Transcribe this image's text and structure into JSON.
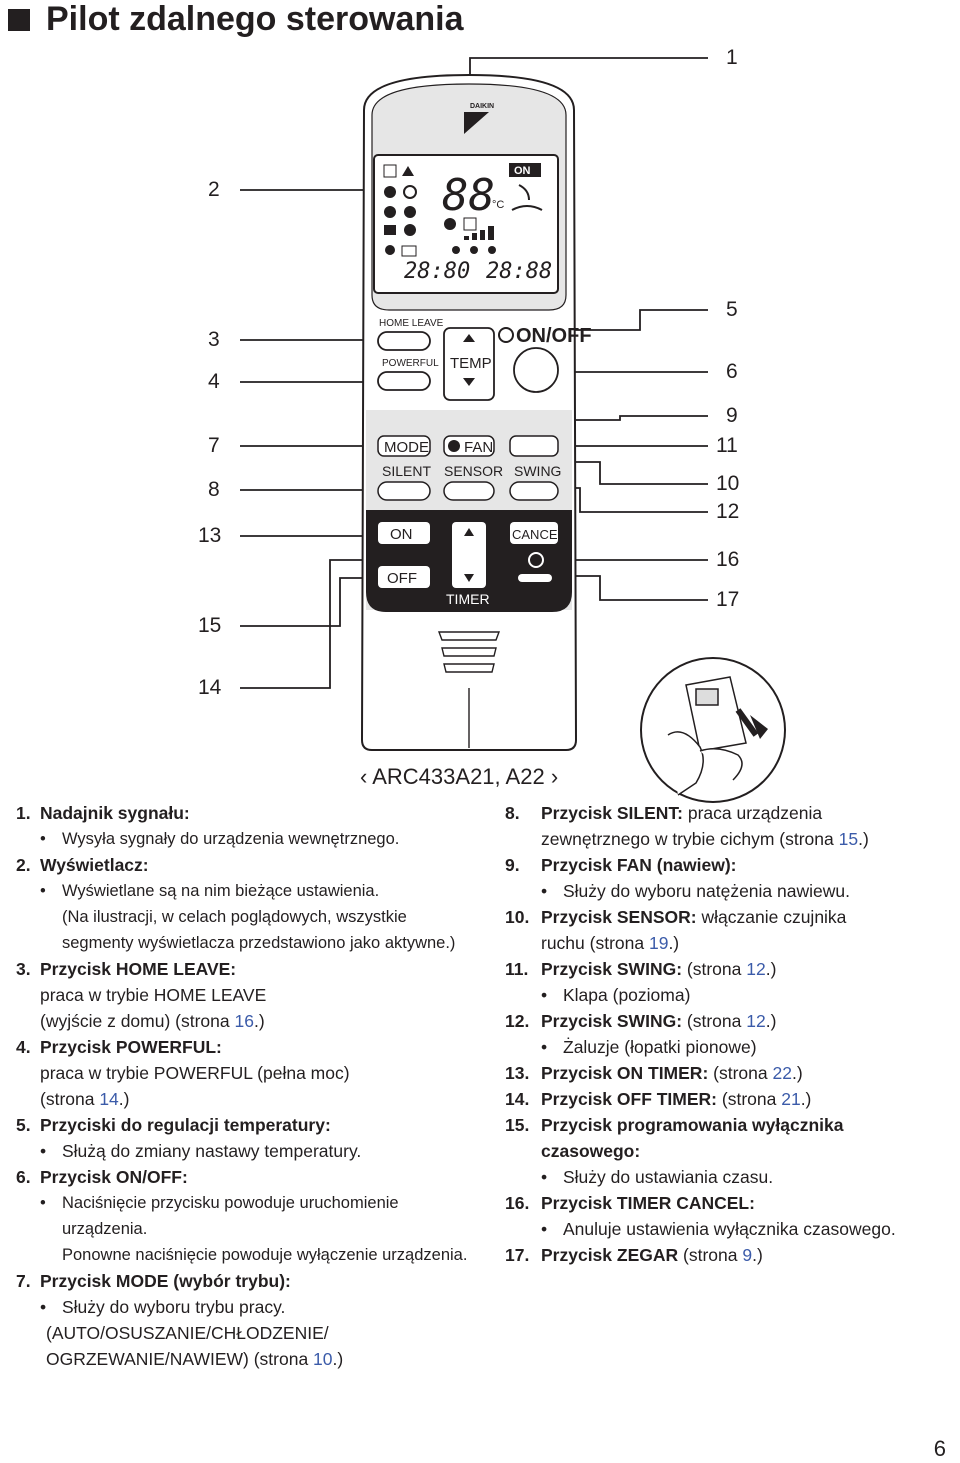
{
  "title": "Pilot zdalnego sterowania",
  "callouts": {
    "left": [
      "2",
      "3",
      "4",
      "7",
      "8",
      "13",
      "15",
      "14"
    ],
    "right": [
      "1",
      "5",
      "6",
      "9",
      "11",
      "10",
      "12",
      "16",
      "17"
    ]
  },
  "remote": {
    "brand": "DAIKIN",
    "lcd_on": "ON",
    "lcd_temp": "88",
    "lcd_unit": "°C",
    "lcd_time_left": "28:80",
    "lcd_time_right": "28:88",
    "home_leave": "HOME LEAVE",
    "powerful": "POWERFUL",
    "temp": "TEMP",
    "on_off": "ON/OFF",
    "mode": "MODE",
    "fan": "FAN",
    "silent": "SILENT",
    "sensor": "SENSOR",
    "swing": "SWING",
    "on": "ON",
    "off": "OFF",
    "cancel": "CANCEL",
    "timer": "TIMER"
  },
  "model": "ARC433A21, A22",
  "left_items": [
    {
      "num": "1.",
      "head": "Nadajnik sygnału:",
      "bullets": [
        "Wysyła sygnały do urządzenia wewnętrznego."
      ]
    },
    {
      "num": "2.",
      "head": "Wyświetlacz:",
      "bullets": [
        "Wyświetlane są na nim bieżące ustawienia."
      ],
      "cont": [
        "(Na ilustracji, w celach poglądowych, wszystkie",
        "segmenty wyświetlacza przedstawiono jako aktywne.)"
      ]
    },
    {
      "num": "3.",
      "head": "Przycisk HOME LEAVE:",
      "body": [
        "praca w trybie HOME LEAVE",
        "(wyjście z domu) (strona "
      ],
      "ref": "16",
      "tail": ".)"
    },
    {
      "num": "4.",
      "head": "Przycisk POWERFUL:",
      "body": [
        "praca w trybie POWERFUL (pełna moc)",
        "(strona "
      ],
      "ref": "14",
      "tail": ".)"
    },
    {
      "num": "5.",
      "head": "Przyciski do regulacji temperatury:",
      "bullets": [
        "Służą do zmiany nastawy temperatury."
      ]
    },
    {
      "num": "6.",
      "head": "Przycisk ON/OFF:",
      "bullets": [
        "Naciśnięcie przycisku powoduje uruchomienie urządzenia."
      ],
      "cont": [
        "Ponowne naciśnięcie powoduje wyłączenie urządzenia."
      ]
    },
    {
      "num": "7.",
      "head": "Przycisk MODE (wybór trybu):",
      "bullets": [
        "Służy do wyboru trybu pracy."
      ],
      "cont2": [
        "(AUTO/OSUSZANIE/CHŁODZENIE/",
        "OGRZEWANIE/NAWIEW) (strona "
      ],
      "ref": "10",
      "tail": ".)"
    }
  ],
  "right_items": [
    {
      "num": "8.",
      "head": "Przycisk SILENT:",
      "rest": " praca urządzenia",
      "body": [
        "zewnętrznego w trybie cichym (strona "
      ],
      "ref": "15",
      "tail": ".)"
    },
    {
      "num": "9.",
      "head": "Przycisk FAN (nawiew):",
      "bullets": [
        "Służy do wyboru natężenia nawiewu."
      ]
    },
    {
      "num": "10.",
      "head": "Przycisk SENSOR:",
      "rest": " włączanie czujnika",
      "body": [
        "ruchu (strona "
      ],
      "ref": "19",
      "tail": ".)"
    },
    {
      "num": "11.",
      "head": "Przycisk SWING:",
      "rest": " (strona ",
      "ref": "12",
      "tail": ".)",
      "bullets": [
        "Klapa (pozioma)"
      ]
    },
    {
      "num": "12.",
      "head": "Przycisk SWING:",
      "rest": " (strona ",
      "ref": "12",
      "tail": ".)",
      "bullets": [
        "Żaluzje (łopatki pionowe)"
      ]
    },
    {
      "num": "13.",
      "head": "Przycisk ON TIMER:",
      "rest": " (strona ",
      "ref": "22",
      "tail": ".)"
    },
    {
      "num": "14.",
      "head": "Przycisk OFF TIMER:",
      "rest": " (strona ",
      "ref": "21",
      "tail": ".)"
    },
    {
      "num": "15.",
      "head": "Przycisk programowania wyłącznika",
      "head2": "czasowego:",
      "bullets": [
        "Służy do ustawiania czasu."
      ]
    },
    {
      "num": "16.",
      "head": "Przycisk TIMER CANCEL:",
      "bullets": [
        "Anuluje ustawienia wyłącznika czasowego."
      ]
    },
    {
      "num": "17.",
      "head": "Przycisk ZEGAR",
      "rest": " (strona ",
      "ref": "9",
      "tail": ".)"
    }
  ],
  "page_number": "6"
}
